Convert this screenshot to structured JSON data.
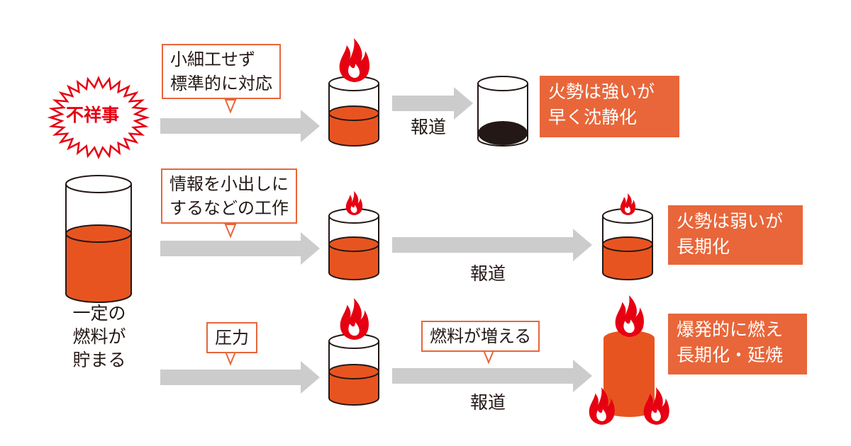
{
  "start": {
    "scandal_label": "不祥事",
    "fuel_label_lines": [
      "一定の",
      "燃料が",
      "貯まる"
    ]
  },
  "rows": [
    {
      "action_lines": [
        "小細工せず",
        "標準的に対応"
      ],
      "report_label": "報道",
      "result_lines": [
        "火勢は強いが",
        "早く沈静化"
      ]
    },
    {
      "action_lines": [
        "情報を小出しに",
        "するなどの工作"
      ],
      "report_label": "報道",
      "result_lines": [
        "火勢は弱いが",
        "長期化"
      ]
    },
    {
      "action_lines": [
        "圧力"
      ],
      "extra_callout": "燃料が増える",
      "report_label": "報道",
      "result_lines": [
        "爆発的に燃え",
        "長期化・延焼"
      ]
    }
  ],
  "colors": {
    "fuel": "#e85420",
    "callout_border": "#e8663a",
    "result_bg": "#e8663a",
    "flame": "#e60012",
    "arrow": "#cccccc",
    "burnt": "#231815"
  },
  "icons": [
    "flame-icon",
    "burst-icon",
    "cylinder-icon",
    "arrow-icon"
  ]
}
